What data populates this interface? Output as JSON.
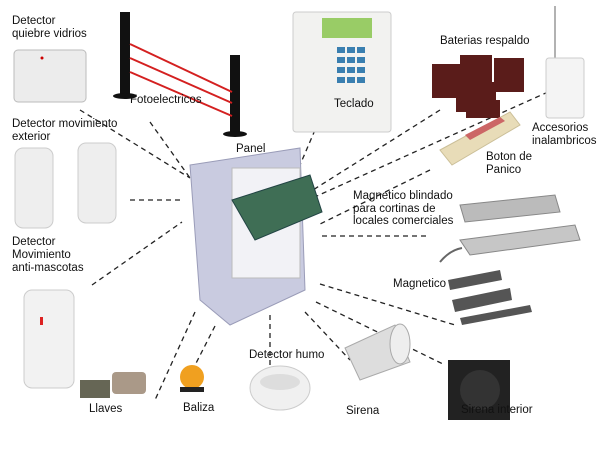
{
  "labels": {
    "glass_break": [
      "Detector",
      "quiebre vidrios"
    ],
    "photoelectric": "Fotoelectricos",
    "keypad": "Teclado",
    "batteries": "Baterias respaldo",
    "wireless": [
      "Accesorios",
      "inalambricos"
    ],
    "motion_exterior": [
      "Detector movimiento",
      "exterior"
    ],
    "panel": "Panel",
    "panic": [
      "Boton de",
      "Panico"
    ],
    "shutter_magnetic": [
      "Magnetico blindado",
      "para cortinas de",
      "locales comerciales"
    ],
    "pet_motion": [
      "Detector",
      "Movimiento",
      "anti-mascotas"
    ],
    "magnetic": "Magnetico",
    "smoke": "Detector humo",
    "keys": "Llaves",
    "beacon": "Baliza",
    "siren": "Sirena",
    "siren_indoor": "Sirena interior"
  },
  "colors": {
    "beam": "#d42020",
    "panel": "#c9cbe0",
    "board": "#3f6e55"
  }
}
